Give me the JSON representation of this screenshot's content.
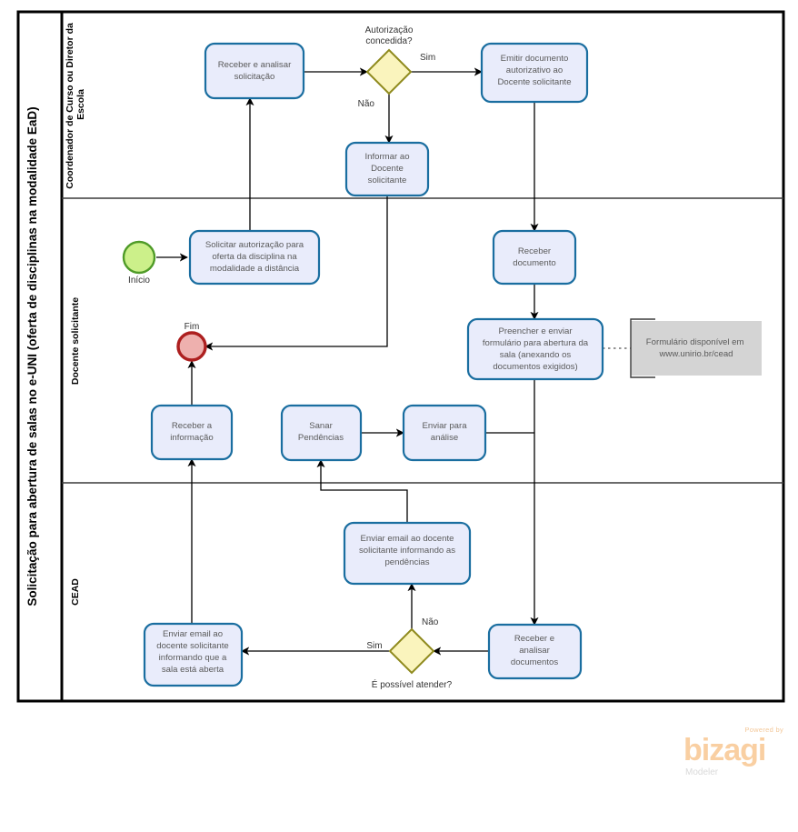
{
  "pool": {
    "title": "Solicitação para abertura de salas no e-UNI (oferta de disciplinas na modalidade EaD)"
  },
  "lanes": [
    {
      "id": "coordenador",
      "label": "Coordenador de Curso ou Diretor da Escola"
    },
    {
      "id": "docente",
      "label": "Docente  solicitante"
    },
    {
      "id": "cead",
      "label": "CEAD"
    }
  ],
  "events": [
    {
      "id": "start",
      "type": "start-event",
      "label": "Início"
    },
    {
      "id": "end",
      "type": "end-event",
      "label": "Fim"
    }
  ],
  "tasks": [
    {
      "id": "t1",
      "lines": [
        "Receber  e analisar",
        "solicitação"
      ]
    },
    {
      "id": "t2",
      "lines": [
        "Emitir documento",
        "autorizativo ao",
        "Docente solicitante"
      ]
    },
    {
      "id": "t3",
      "lines": [
        "Informar ao",
        "Docente",
        "solicitante"
      ]
    },
    {
      "id": "t4",
      "lines": [
        "Solicitar autorização para",
        "oferta da disciplina na",
        "modalidade a distância"
      ]
    },
    {
      "id": "t5",
      "lines": [
        "Receber",
        "documento"
      ]
    },
    {
      "id": "t6",
      "lines": [
        "Preencher e enviar",
        "formulário para abertura da",
        "sala (anexando os",
        "documentos exigidos)"
      ]
    },
    {
      "id": "t7",
      "lines": [
        "Receber a",
        "informação"
      ]
    },
    {
      "id": "t8",
      "lines": [
        "Sanar",
        "Pendências"
      ]
    },
    {
      "id": "t9",
      "lines": [
        "Enviar para",
        "análise"
      ]
    },
    {
      "id": "t10",
      "lines": [
        "Enviar email ao docente",
        "solicitante informando as",
        "pendências"
      ]
    },
    {
      "id": "t11",
      "lines": [
        "Enviar email ao",
        "docente solicitante",
        "informando que a",
        "sala está aberta"
      ]
    },
    {
      "id": "t12",
      "lines": [
        "Receber e",
        "analisar",
        "documentos"
      ]
    }
  ],
  "gateways": [
    {
      "id": "g1",
      "question": [
        "Autorização",
        "concedida?"
      ],
      "yes": "Sim",
      "no": "Não"
    },
    {
      "id": "g2",
      "question": [
        "É possível atender?"
      ],
      "yes": "Sim",
      "no": "Não"
    }
  ],
  "annotations": [
    {
      "id": "a1",
      "lines": [
        "Formulário disponível em",
        "www.unirio.br/cead"
      ]
    }
  ],
  "brand": {
    "powered": "Powered by",
    "name": "bizagi",
    "product": "Modeler"
  },
  "colors": {
    "task_fill": "#e9ecfb",
    "task_stroke": "#1a6ea0",
    "gateway_fill": "#faf4bd",
    "gateway_stroke": "#8f8a1e",
    "start_fill": "#ccf08a",
    "start_stroke": "#4f9b28",
    "end_fill": "#eeb0ae",
    "end_stroke": "#ad1f1f",
    "annotation_fill": "#d4d4d4",
    "brand": "#f9cfa2"
  }
}
